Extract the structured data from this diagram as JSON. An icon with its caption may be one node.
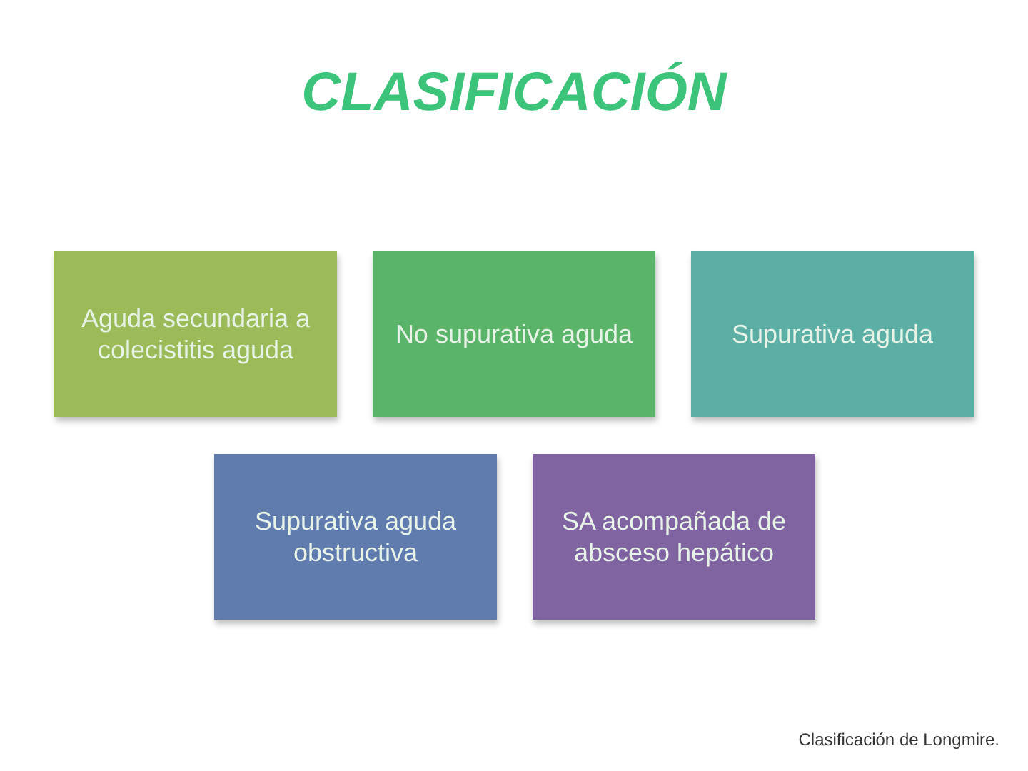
{
  "diagram": {
    "title": "CLASIFICACIÓN",
    "nodes": [
      {
        "text": [
          "Aguda secundaria a colecistitis aguda"
        ]
      },
      {
        "text": [
          "No supurativa aguda"
        ]
      },
      {
        "text": [
          "Supurativa aguda"
        ]
      },
      {
        "text": [
          "Supurativa aguda obstructiva"
        ]
      },
      {
        "text": [
          "SA acompañada de absceso hepático"
        ]
      }
    ],
    "edges": [],
    "caption": "Clasificación de Longmire."
  }
}
